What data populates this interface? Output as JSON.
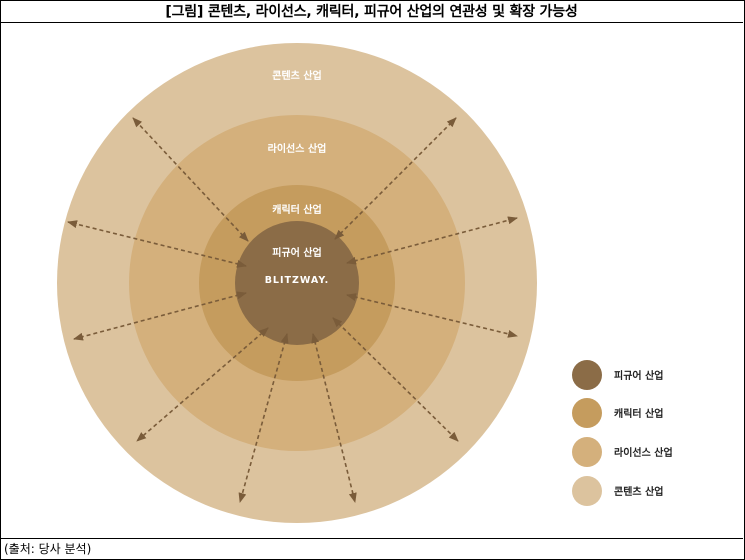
{
  "title": "[그림] 콘텐츠, 라이선스, 캐릭터, 피규어 산업의 연관성 및 확장 가능성",
  "source": "(출처: 당사 분석)",
  "colors": {
    "content": "#dcc39e",
    "license": "#d4b07c",
    "character": "#c59c5e",
    "figure": "#8b6c47",
    "arrow": "#7a5c3a"
  },
  "rings": {
    "content": "콘텐츠 산업",
    "license": "라이선스 산업",
    "character": "캐릭터 산업",
    "figure": "피규어 산업"
  },
  "logo": "BLITZWAY.",
  "legend": [
    {
      "label": "피규어 산업",
      "color": "#8b6c47"
    },
    {
      "label": "캐릭터 산업",
      "color": "#c59c5e"
    },
    {
      "label": "라이선스 산업",
      "color": "#d4b07c"
    },
    {
      "label": "콘텐츠 산업",
      "color": "#dcc39e"
    }
  ]
}
